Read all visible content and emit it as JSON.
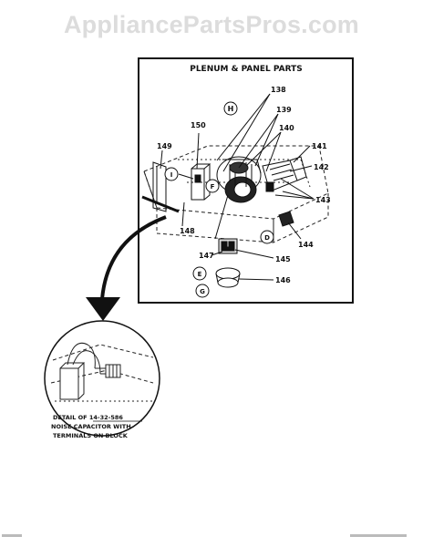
{
  "watermark": "AppliancePartsPros.com",
  "panel": {
    "title": "PLENUM & PANEL PARTS"
  },
  "callouts": {
    "c138": "138",
    "c139": "139",
    "c140": "140",
    "c141": "141",
    "c142": "142",
    "c143": "143",
    "c144": "144",
    "c145": "145",
    "c146": "146",
    "c147": "147",
    "c148": "148",
    "c149": "149",
    "c150": "150"
  },
  "circle_labels": {
    "h": "H",
    "i": "I",
    "f": "F",
    "d": "D",
    "e": "E",
    "g": "G"
  },
  "detail": {
    "line1": "DETAIL OF 14-32-586",
    "line2": "NOISE CAPACITOR WITH",
    "line3": "TERMINALS ON BLOCK"
  }
}
